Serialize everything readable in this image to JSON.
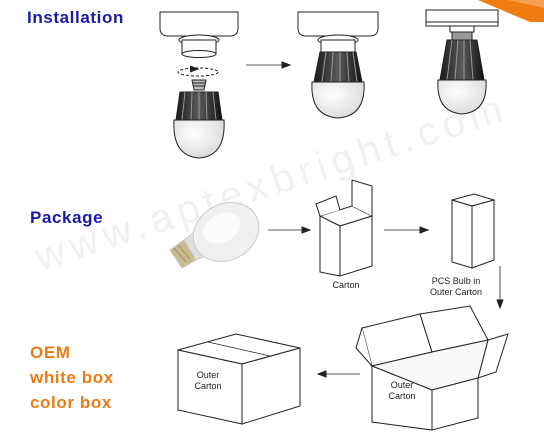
{
  "headings": {
    "installation": "Installation",
    "package": "Package",
    "oem_line1": "OEM",
    "oem_line2": "white box",
    "oem_line3": "color box"
  },
  "labels": {
    "carton": "Carton",
    "pcs_bulb_line1": "PCS Bulb in",
    "pcs_bulb_line2": "Outer Carton",
    "outer_carton_closed_line1": "Outer",
    "outer_carton_closed_line2": "Carton",
    "outer_carton_open_line1": "Outer",
    "outer_carton_open_line2": "Carton"
  },
  "watermark": "www.aptexbright.com",
  "colors": {
    "heading_blue": "#1a1aa8",
    "heading_orange": "#ee7a12",
    "corner_ribbon": "#f07c10",
    "line_art": "#222222"
  }
}
